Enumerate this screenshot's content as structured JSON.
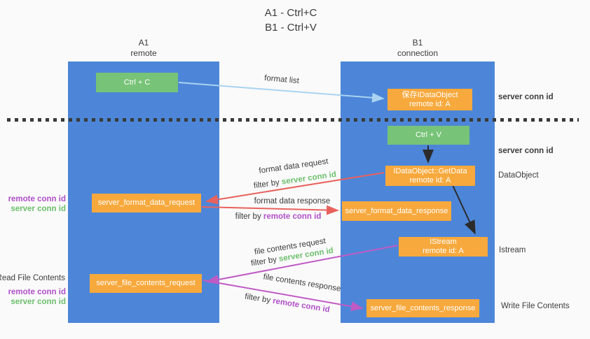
{
  "title": {
    "line1": "A1 - Ctrl+C",
    "line2": "B1 - Ctrl+V"
  },
  "lanes": {
    "left": {
      "title": "A1",
      "subtitle": "remote"
    },
    "right": {
      "title": "B1",
      "subtitle": "connection"
    }
  },
  "nodes": {
    "ctrl_c": {
      "label": "Ctrl + C"
    },
    "ctrl_v": {
      "label": "Ctrl + V"
    },
    "save_idataobject": {
      "line1": "保存IDataObject",
      "line2": "remote id: A"
    },
    "getdata": {
      "line1": "IDataObject::GetData",
      "line2": "remote id: A"
    },
    "istream": {
      "line1": "IStream",
      "line2": "remote id: A"
    },
    "format_request": {
      "label": "server_format_data_request"
    },
    "format_response": {
      "label": "server_format_data_response"
    },
    "file_request": {
      "label": "server_file_contents_request"
    },
    "file_response": {
      "label": "server_file_contents_response"
    }
  },
  "labels": {
    "format_list": "format list",
    "format_data_request": "format data request",
    "format_data_response": "format data response",
    "file_contents_request": "file contents request",
    "file_contents_response": "file contents response",
    "filter_by": "filter by",
    "server_conn_id": "server conn id",
    "remote_conn_id": "remote conn id",
    "dataobject": "DataObject",
    "istream": "Istream",
    "read_file_contents": "Read File Contents",
    "write_file_contents": "Write File Contents"
  },
  "colors": {
    "lane_blue": "#4d86d8",
    "node_green": "#77c377",
    "node_orange": "#f7a93d",
    "arrow_light_blue": "#a9d3f1",
    "arrow_red": "#e8625d",
    "arrow_magenta": "#c05ac5",
    "arrow_black": "#2b2b2b",
    "text_green": "#6cbf6c",
    "text_purple": "#b050c8"
  }
}
